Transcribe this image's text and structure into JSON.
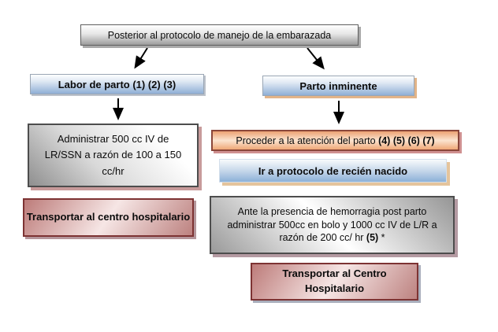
{
  "flowchart": {
    "root_label": "Posterior al protocolo de manejo de la embarazada",
    "left_branch": {
      "header": "Labor de parto (1) (2) (3)",
      "iv_instruction": "Administrar 500 cc IV de LR/SSN a razón de 100 a 150 cc/hr",
      "transport": "Transportar al centro hospitalario"
    },
    "right_branch": {
      "header": "Parto inminente",
      "attend_prefix": "Proceder a la atención del parto ",
      "attend_refs": "(4) (5) (6) (7)",
      "newborn_protocol": "Ir a protocolo de recién nacido",
      "hemorrhage_prefix": "Ante la presencia de hemorragia post parto administrar 500cc en bolo y 1000 cc IV de L/R a razón de 200 cc/ hr ",
      "hemorrhage_ref": "(5)",
      "hemorrhage_suffix": " *",
      "transport": "Transportar al Centro Hospitalario"
    },
    "colors": {
      "blue_header": "#8fafd6",
      "blue_protocol": "#8cb0d8",
      "gray_box": "#9a9a9a",
      "pink_box": "#bd7c7a",
      "pink_border": "#7d3333",
      "orange_box": "#eca273",
      "orange_border": "#8a463a",
      "arrow": "#000000"
    }
  }
}
